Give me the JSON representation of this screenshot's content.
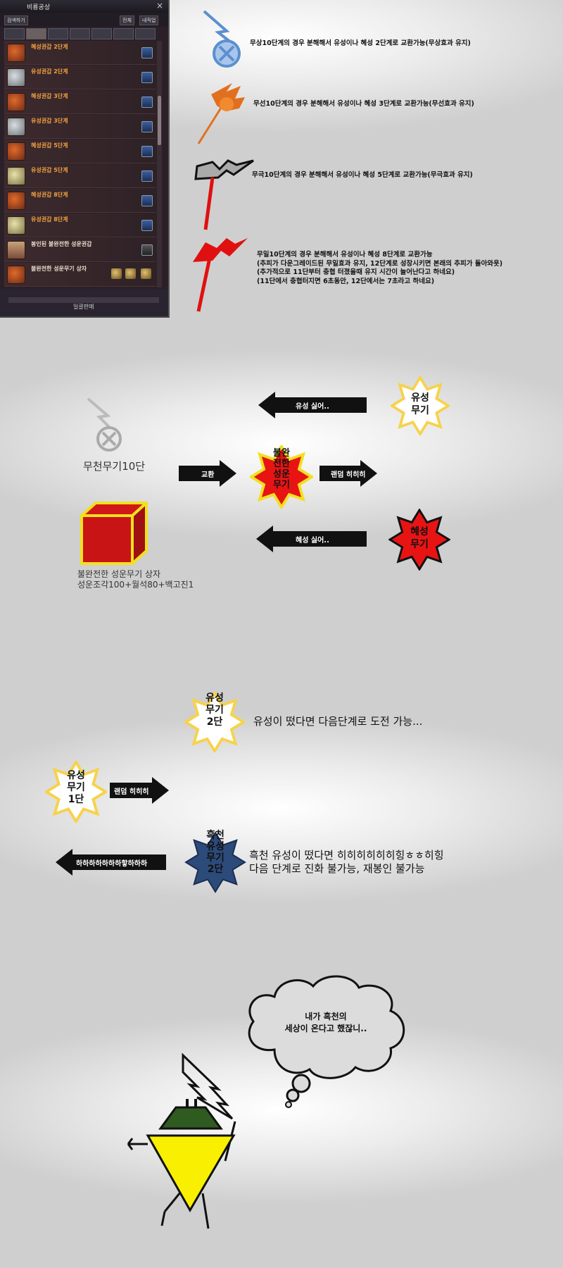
{
  "panel": {
    "title": "비룡공상",
    "search_label": "검색하기",
    "filter_all": "전체",
    "filter_mine": "내직업",
    "items": [
      {
        "label": "혜성권갑 2단계",
        "icon": "fire-gauntlet-icon"
      },
      {
        "label": "유성권갑 2단계",
        "icon": "silver-gauntlet-icon"
      },
      {
        "label": "혜성권갑 3단계",
        "icon": "fire-gauntlet-icon"
      },
      {
        "label": "유성권갑 3단계",
        "icon": "silver-gauntlet-icon"
      },
      {
        "label": "혜성권갑 5단계",
        "icon": "fire-gauntlet-icon"
      },
      {
        "label": "유성권갑 5단계",
        "icon": "gold-gauntlet-icon"
      },
      {
        "label": "혜성권갑 8단계",
        "icon": "fire-gauntlet-icon"
      },
      {
        "label": "유성권갑 8단계",
        "icon": "gold-gauntlet-icon"
      },
      {
        "label": "봉인된 불완전한 성운권갑",
        "icon": "sealed-gauntlet-icon"
      },
      {
        "label": "불완전한 성운무기 상자",
        "icon": "weapon-box-icon"
      }
    ],
    "footer_button": "일괄판매"
  },
  "section1": {
    "rules": [
      {
        "text": "무상10단계의 경우 분해해서 유성이나 혜성 2단계로 교환가능(무상효과 유지)"
      },
      {
        "text": "무선10단계의 경우 분해해서 유성이나 혜성 3단계로 교환가능(무선효과 유지)"
      },
      {
        "text": "무극10단계의 경우 분해해서 유성이나 혜성 5단계로 교환가능(무극효과 유지)"
      },
      {
        "text": "무일10단계의 경우 분해해서 유성이나 혜성 8단계로 교환가능\n(추피가 다운그레이드된 무일효과 유지, 12단계로 성장시키면 본래의 추피가 돌아와욧)\n(추가적으로 11단부터 충협 터졌을때 유지 시간이 늘어난다고 하네요)\n(11단에서 충협터지면 6초동안, 12단에서는 7초라고 하네요)"
      }
    ]
  },
  "section2": {
    "source_label": "무천무기10단",
    "exchange_arrow": "교환",
    "center_star": "불완\n전한\n성운\n무기",
    "random_arrow": "랜덤 히히히",
    "meteor_star": "유성\n무기",
    "meteor_arrow": "유성 싫어..",
    "comet_star": "혜성\n무기",
    "comet_arrow": "혜성 싫어..",
    "box_caption": "불완전한 성운무기 상자\n성운조각100+월석80+백고진1"
  },
  "section3": {
    "top_star": "유성\n무기\n2단",
    "top_text": "유성이 떴다면 다음단계로 도전 가능...",
    "left_star": "유성\n무기\n1단",
    "random_arrow": "랜덤 히히히",
    "dark_star": "흑천\n유성\n무기\n2단",
    "dark_text": "흑천 유성이 떴다면 히히히히히히힝ㅎㅎ히힝\n다음 단계로 진화 불가능, 재봉인 불가능",
    "laugh_arrow": "하하하하하하하핳하하하"
  },
  "section4": {
    "thought": "내가 흑천의\n세상이 온다고 했잖니.."
  },
  "colors": {
    "blue": "#5b8fd0",
    "orange": "#e07020",
    "black": "#111111",
    "red": "#e01010",
    "star_red": "#e81414",
    "star_yellow_edge": "#f7d24a",
    "star_navy": "#2c4a7a",
    "yellow": "#f8f000",
    "olive": "#2f5a20"
  }
}
